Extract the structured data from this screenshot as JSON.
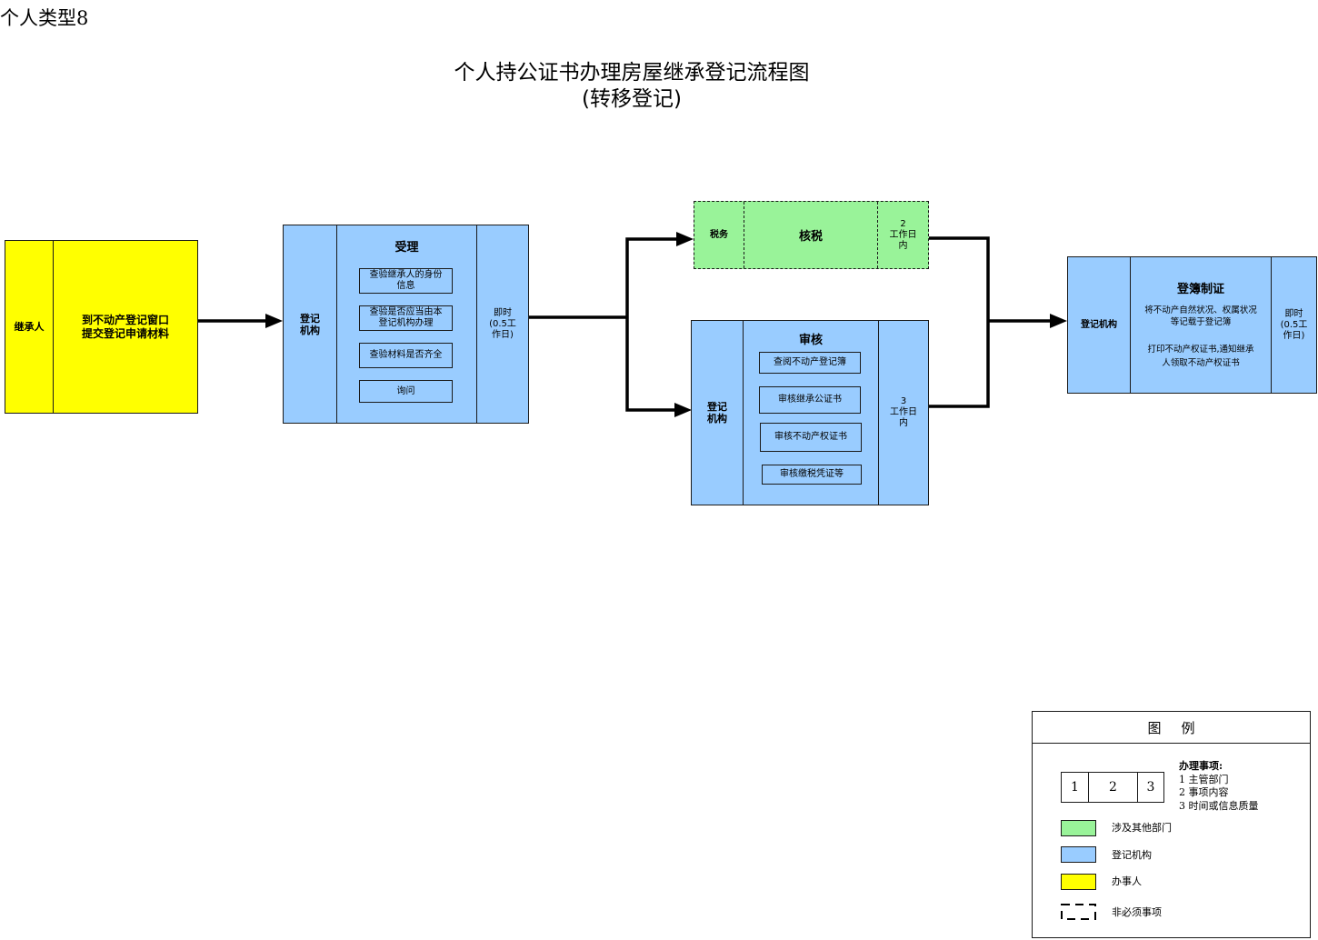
{
  "page_label": "个人类型8",
  "title_line1": "个人持公证书办理房屋继承登记流程图",
  "title_line2": "(转移登记)",
  "applicant": {
    "dept": "继承人",
    "task_line1": "到不动产登记窗口",
    "task_line2": "提交登记申请材料"
  },
  "accept": {
    "dept_line1": "登记",
    "dept_line2": "机构",
    "heading": "受理",
    "items": [
      {
        "line1": "查验继承人的身份",
        "line2": "信息"
      },
      {
        "line1": "查验是否应当由本",
        "line2": "登记机构办理"
      },
      {
        "line1": "查验材料是否齐全",
        "line2": ""
      },
      {
        "line1": "询问",
        "line2": ""
      }
    ],
    "time_line1": "即时",
    "time_line2": "(0.5工",
    "time_line3": "作日)"
  },
  "tax": {
    "dept": "税务",
    "task": "核税",
    "time_line1": "2",
    "time_line2": "工作日",
    "time_line3": "内"
  },
  "review": {
    "dept_line1": "登记",
    "dept_line2": "机构",
    "heading": "审核",
    "items": [
      "查阅不动产登记簿",
      "审核继承公证书",
      "审核不动产权证书",
      "审核缴税凭证等"
    ],
    "time_line1": "3",
    "time_line2": "工作日",
    "time_line3": "内"
  },
  "register": {
    "dept": "登记机构",
    "heading": "登簿制证",
    "desc1_line1": "将不动产自然状况、权属状况",
    "desc1_line2": "等记载于登记簿",
    "desc2_line1": "打印不动产权证书,通知继承",
    "desc2_line2": "人领取不动产权证书",
    "time_line1": "即时",
    "time_line2": "(0.5工",
    "time_line3": "作日)"
  },
  "legend": {
    "title": "图例",
    "cell1": "1",
    "cell2": "2",
    "cell3": "3",
    "notes_title": "办理事项:",
    "note1": "1 主管部门",
    "note2": "2 事项内容",
    "note3": "3 时间或信息质量",
    "green_label": "涉及其他部门",
    "blue_label": "登记机构",
    "yellow_label": "办事人",
    "dashed_label": "非必须事项",
    "colors": {
      "green": "#99f399",
      "blue": "#99ccff",
      "yellow": "#ffff00"
    }
  }
}
